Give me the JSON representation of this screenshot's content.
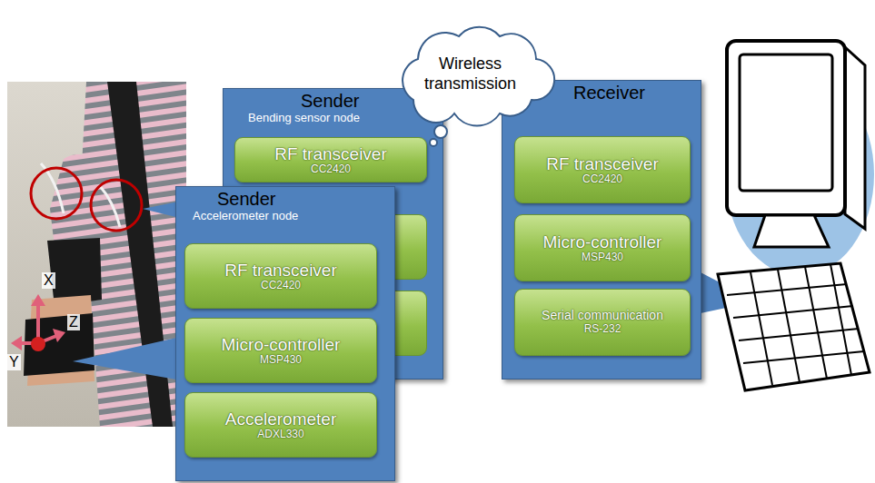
{
  "diagram": {
    "nodes": [
      {
        "text": [
          "Sender",
          "Bending sensor node"
        ]
      },
      {
        "text": [
          "RF transceiver",
          "CC2420"
        ],
        "in": 0
      },
      {
        "text": [
          "Sender",
          "Accelerometer node"
        ]
      },
      {
        "text": [
          "RF transceiver",
          "CC2420"
        ],
        "in": 2
      },
      {
        "text": [
          "Micro-controller",
          "MSP430"
        ],
        "in": 2
      },
      {
        "text": [
          "Accelerometer",
          "ADXL330"
        ],
        "in": 2
      },
      {
        "text": [
          "Wireless transmission"
        ]
      },
      {
        "text": [
          "Receiver"
        ]
      },
      {
        "text": [
          "RF transceiver",
          "CC2420"
        ],
        "in": 7
      },
      {
        "text": [
          "Micro-controller",
          "MSP430"
        ],
        "in": 7
      },
      {
        "text": [
          "Serial communication",
          "RS-232"
        ],
        "in": 7
      }
    ],
    "labels": [
      "X",
      "Y",
      "Z"
    ]
  }
}
